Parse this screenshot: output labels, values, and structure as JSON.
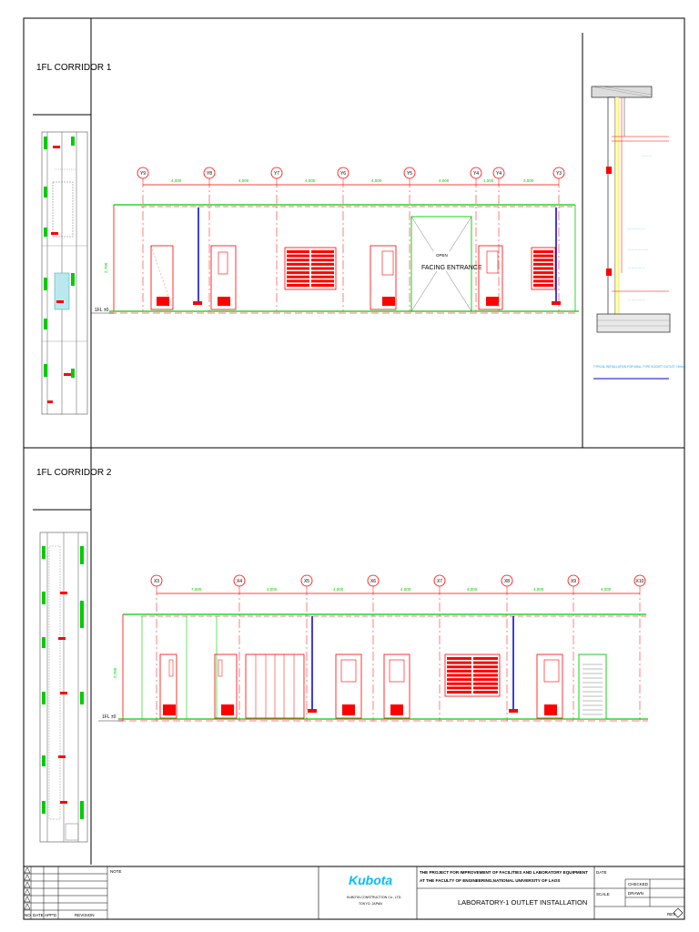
{
  "sections": {
    "corridor1": {
      "title": "1FL CORRIDOR 1"
    },
    "corridor2": {
      "title": "1FL CORRIDOR 2"
    }
  },
  "elevation1": {
    "grid_labels": [
      "Y9",
      "Y8",
      "Y7",
      "Y6",
      "Y5",
      "Y4",
      "Y4",
      "Y3"
    ],
    "floor_label": "1FL ±0",
    "entrance_small": "OPEN",
    "entrance_label": "FACING ENTRANCE"
  },
  "elevation2": {
    "grid_labels": [
      "X3",
      "X4",
      "X5",
      "X6",
      "X7",
      "X8",
      "X9",
      "X10"
    ],
    "floor_label": "1FL ±0"
  },
  "detail": {
    "caption": "TYPICAL INSTALLATION FOR WALL TYPE SOCKET OUTLET +30mm"
  },
  "title_block": {
    "note_label": "NOTE",
    "revision_headers": {
      "no": "NO",
      "date": "DATE",
      "appd": "APP'D",
      "revision": "REVISION"
    },
    "company_logo": "Kubota",
    "company_name": "KUBOTA CONSTRUCTION Co., LTD.",
    "company_city": "TOKYO, JAPAN",
    "project_line1": "THE PROJECT FOR IMPROVEMENT OF FACILITIES AND LABORATORY EQUIPMENT",
    "project_line2": "AT THE FACULTY OF ENGINEERING,NATIONAL UNIVERSITY OF LAOS",
    "drawing_title": "LABORATORY-1 OUTLET INSTALLATION",
    "date_label": "DATE",
    "scale_label": "SCALE",
    "checked_label": "CHECKED",
    "drawn_label": "DRAWN",
    "rev_label": "REV."
  },
  "colors": {
    "frame": "#000000",
    "grid": "#ff0000",
    "wall": "#00cc00",
    "conduit": "#0000cc",
    "outlet": "#ff0000",
    "detail_text": "#00aaff"
  }
}
